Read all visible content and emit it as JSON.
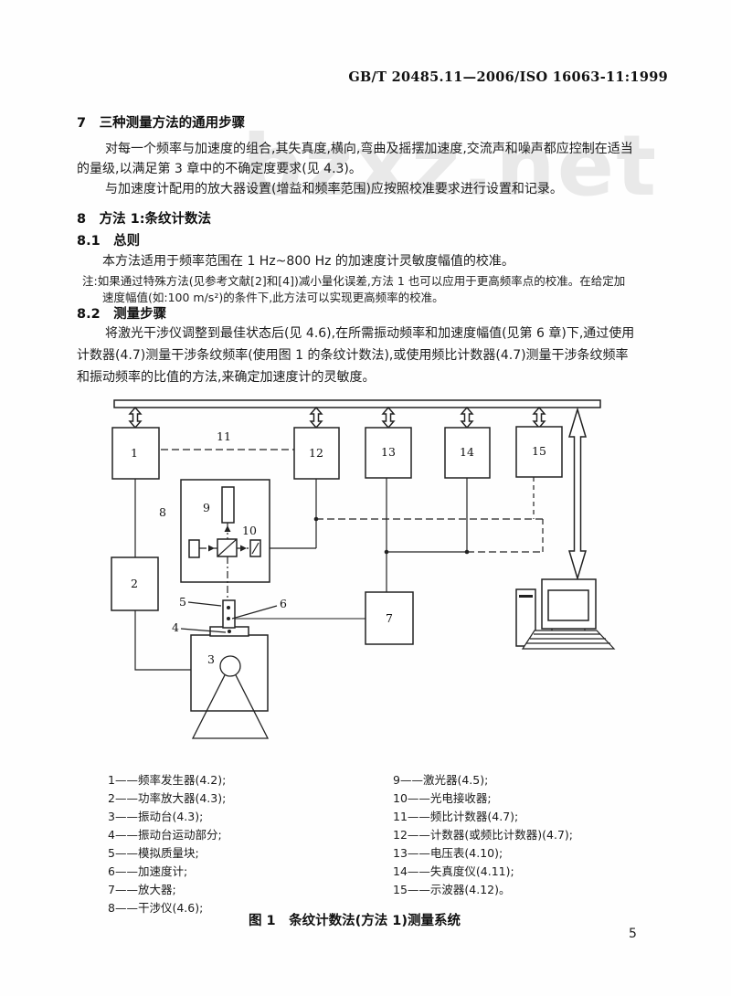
{
  "page": {
    "header": "GB/T 20485.11—2006/ISO 16063-11:1999",
    "page_number": "5",
    "watermark": "bzxz.net"
  },
  "sections": {
    "s7_title": "7　三种测量方法的通用步骤",
    "s7_p1a": "对每一个频率与加速度的组合,其失真度,横向,弯曲及摇摆加速度,交流声和噪声都应控制在适当",
    "s7_p1b": "的量级,以满足第 3 章中的不确定度要求(见 4.3)。",
    "s7_p2": "与加速度计配用的放大器设置(增益和频率范围)应按照校准要求进行设置和记录。",
    "s8_title": "8　方法 1:条纹计数法",
    "s81_title": "8.1　总则",
    "s81_p1": "本方法适用于频率范围在 1 Hz~800 Hz 的加速度计灵敏度幅值的校准。",
    "s81_note1": "注:如果通过特殊方法(见参考文献[2]和[4])减小量化误差,方法 1 也可以应用于更高频率点的校准。在给定加",
    "s81_note2": "速度幅值(如:100 m/s²)的条件下,此方法可以实现更高频率的校准。",
    "s82_title": "8.2　测量步骤",
    "s82_p1a": "将激光干涉仪调整到最佳状态后(见 4.6),在所需振动频率和加速度幅值(见第 6 章)下,通过使用",
    "s82_p1b": "计数器(4.7)测量干涉条纹频率(使用图 1 的条纹计数法),或使用频比计数器(4.7)测量干涉条纹频率",
    "s82_p1c": "和振动频率的比值的方法,来确定加速度计的灵敏度。"
  },
  "figure": {
    "caption": "图 1　条纹计数法(方法 1)测量系统",
    "nodes": [
      "1",
      "2",
      "3",
      "4",
      "5",
      "6",
      "7",
      "8",
      "9",
      "10",
      "11",
      "12",
      "13",
      "14",
      "15"
    ],
    "legend_left": [
      "1——频率发生器(4.2);",
      "2——功率放大器(4.3);",
      "3——振动台(4.3);",
      "4——振动台运动部分;",
      "5——模拟质量块;",
      "6——加速度计;",
      "7——放大器;",
      "8——干涉仪(4.6);"
    ],
    "legend_right": [
      "9——激光器(4.5);",
      "10——光电接收器;",
      "11——频比计数器(4.7);",
      "12——计数器(或频比计数器)(4.7);",
      "13——电压表(4.10);",
      "14——失真度仪(4.11);",
      "15——示波器(4.12)。"
    ]
  }
}
